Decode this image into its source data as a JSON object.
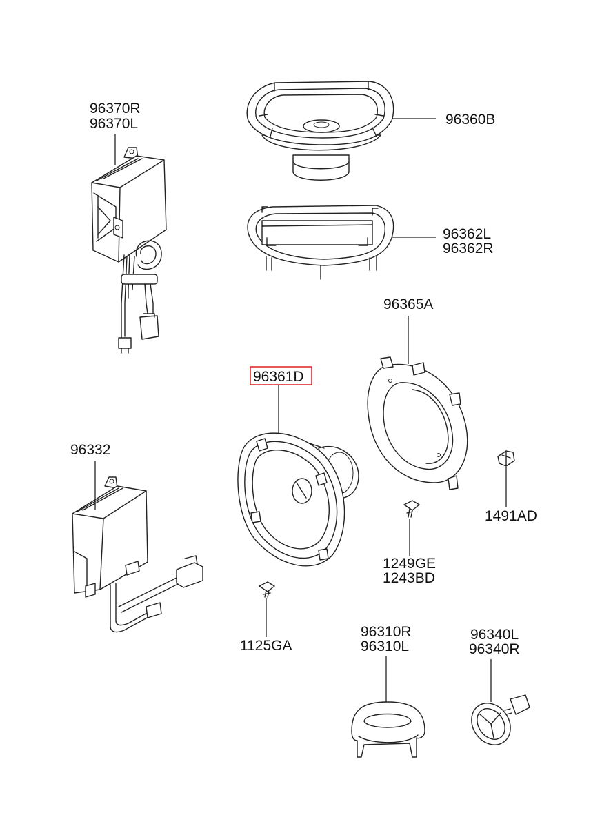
{
  "colors": {
    "line": "#222222",
    "highlight": "#e03030",
    "background": "#ffffff"
  },
  "parts": {
    "p96370": {
      "line1": "96370R",
      "line2": "96370L"
    },
    "p96360B": {
      "label": "96360B"
    },
    "p96362": {
      "line1": "96362L",
      "line2": "96362R"
    },
    "p96365A": {
      "label": "96365A"
    },
    "p96361D": {
      "label": "96361D",
      "highlighted": true
    },
    "p96332": {
      "label": "96332"
    },
    "p1491AD": {
      "label": "1491AD"
    },
    "p1249": {
      "line1": "1249GE",
      "line2": "1243BD"
    },
    "p1125GA": {
      "label": "1125GA"
    },
    "p96310": {
      "line1": "96310R",
      "line2": "96310L"
    },
    "p96340": {
      "line1": "96340L",
      "line2": "96340R"
    }
  }
}
